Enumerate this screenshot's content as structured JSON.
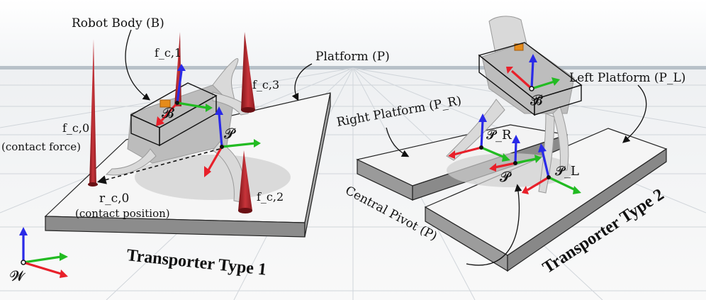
{
  "labels": {
    "robot_body": "Robot Body (B)",
    "platform": "Platform (P)",
    "right_platform": "Right Platform (P_R)",
    "left_platform": "Left Platform (P_L)",
    "central_pivot": "Central Pivot (P)",
    "transporter1": "Transporter Type 1",
    "transporter2": "Transporter Type 2",
    "fc1": "f_c,1",
    "fc2": "f_c,2",
    "fc3": "f_c,3",
    "fc0": "f_c,0",
    "contact_force": "(contact force)",
    "rc0": "r_c,0",
    "contact_position": "(contact position)",
    "frame_B": "𝓑",
    "frame_P": "𝓟",
    "frame_PR": "𝓟_R",
    "frame_PL": "𝓟_L",
    "frame_W": "𝓦"
  },
  "colors": {
    "axis_x": "#e8202a",
    "axis_y": "#22bb22",
    "axis_z": "#2a2ae8",
    "force_cone": "#b0282e",
    "platform_top": "#f4f4f4",
    "platform_side": "#8a8a8a",
    "robot": "#d6d6d6",
    "horizon": "#9aa7b3"
  }
}
